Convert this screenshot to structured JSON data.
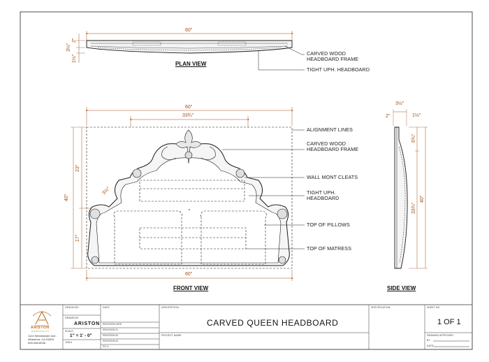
{
  "views": {
    "plan": "PLAN VIEW",
    "front": "FRONT VIEW",
    "side": "SIDE VIEW"
  },
  "callouts": {
    "plan_frame_1": "CARVED WOOD",
    "plan_frame_2": "HEADBOARD FRAME",
    "plan_uph": "TIGHT UPH. HEADBOARD",
    "alignment": "ALIGNMENT LINES",
    "front_frame_1": "CARVED WOOD",
    "front_frame_2": "HEADBOARD FRAME",
    "cleats": "WALL MONT CLEATS",
    "front_uph_1": "TIGHT UPH.",
    "front_uph_2": "HEADBOARD",
    "pillows": "TOP OF PILLOWS",
    "matress": "TOP OF MATRESS"
  },
  "dimensions": {
    "plan_width": "60\"",
    "plan_depth_top": "2\"",
    "plan_depth_mid": "3½\"",
    "plan_depth_bot": "1½\"",
    "front_width_top": "60\"",
    "front_inner": "33¾\"",
    "front_height": "40\"",
    "front_upper": "23\"",
    "front_lower": "17\"",
    "front_corner": "3½\"",
    "front_width_bottom": "60\"",
    "side_top": "3½\"",
    "side_a": "2\"",
    "side_b": "1½\"",
    "side_c": "6¾\"",
    "side_inner": "33¾\"",
    "side_height": "40\""
  },
  "title_block": {
    "logo_name": "ARISTON",
    "logo_sub": "HOSPITALITY",
    "address_1": "1124 Westminster Ave.",
    "address_2": "Alhambra, CA 91803",
    "address_3": "626-458-8048",
    "design_by_label": "DESIGN BY:",
    "drawn_by_label": "DRAWN BY:",
    "drawn_by_value": "ARISTON",
    "scale_label": "SCALE:",
    "scale_value": "1\" = 1' - 0\"",
    "date_label": "DATE:",
    "rev_1": "REVISION DATE",
    "rev_2": "REVISION 01",
    "rev_3": "REVISION 02",
    "rev_4": "REVISION 03",
    "rev_5": "PO #",
    "job_label": "JOB #",
    "description_label": "DESCRIPTION:",
    "title": "CARVED QUEEN HEADBOARD",
    "project_label": "PROJECT NAME:",
    "spec_label": "SPECIFICATION:",
    "sheet_label": "SHEET NO.",
    "sheet_value": "1 OF 1",
    "approved_label": "DRAWING APPROVED",
    "by_label": "BY:",
    "date2_label": "DATE:"
  },
  "colors": {
    "line": "#1a1a1a",
    "dimension": "#a34d12",
    "logo": "#b96a1c"
  }
}
